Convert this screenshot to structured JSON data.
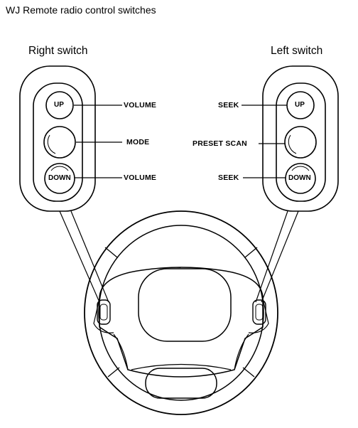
{
  "title": "WJ Remote radio control switches",
  "right_switch": {
    "title": "Right switch",
    "buttons": {
      "up": "UP",
      "down": "DOWN"
    },
    "callouts": {
      "top": "VOLUME",
      "middle": "MODE",
      "bottom": "VOLUME"
    }
  },
  "left_switch": {
    "title": "Left switch",
    "buttons": {
      "up": "UP",
      "down": "DOWN"
    },
    "callouts": {
      "top": "SEEK",
      "middle": "PRESET SCAN",
      "bottom": "SEEK"
    }
  }
}
